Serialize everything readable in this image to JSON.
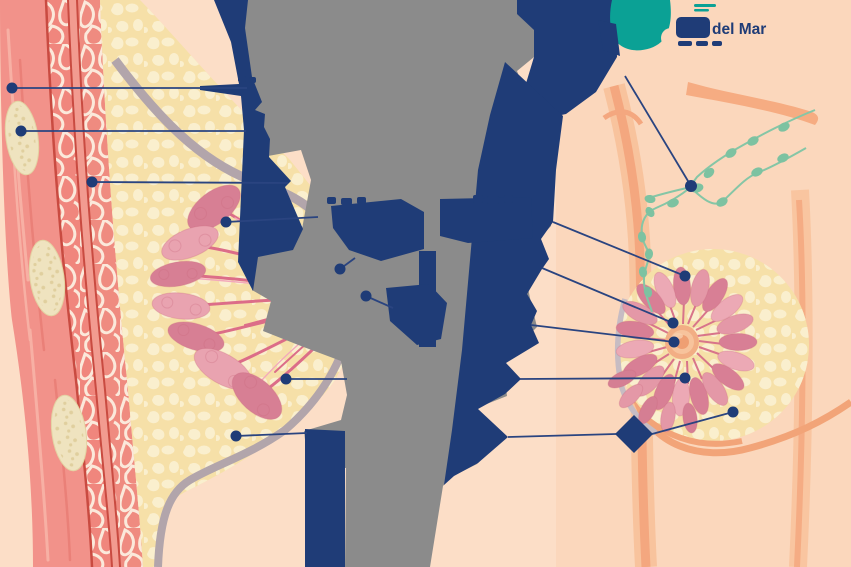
{
  "logo": {
    "visible_text": "del Mar"
  },
  "labels_obscured": true,
  "palette": {
    "background": "#FCDEC7",
    "background_right": "#FBD7BC",
    "redaction_gray": "#8B8B8B",
    "navy": "#1F3C77",
    "leader_line": "#2A4480",
    "muscle": "#F2928A",
    "muscle_mesh_band": "#F0867D",
    "muscle_separator": "#C94B41",
    "bone": "#EFE3BF",
    "fat_yellow": "#F6E0A8",
    "fat_pebble": "#FAEFCE",
    "skin_band_gray": "#B2A5AB",
    "lobule_dark": "#D77F94",
    "lobule_light": "#E9A3B0",
    "duct_pink": "#DC6D88",
    "areola_peach": "#F2AE84",
    "lymph_green": "#85C6A6",
    "contour_salmon": "#F4A77F",
    "logo_teal": "#0BA195"
  },
  "left_figure": {
    "leader_dots": 8,
    "rib_ovals": 3,
    "lobule_clusters": 7
  },
  "right_figure": {
    "leader_dots": 6,
    "diamond_markers": 1,
    "lymph_nodes": 14
  }
}
